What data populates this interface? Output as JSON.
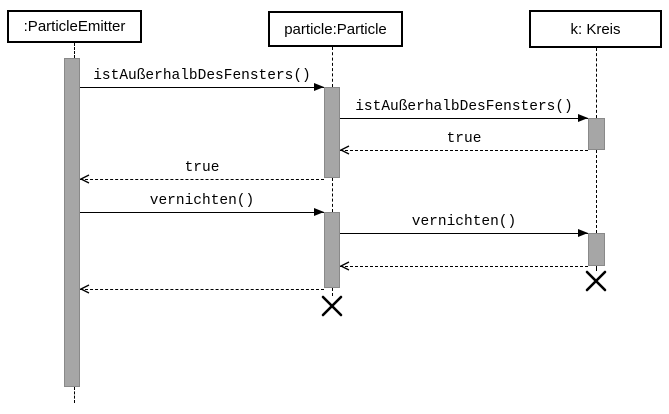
{
  "diagram": {
    "type": "uml-sequence-diagram",
    "colors": {
      "activation_fill": "#a6a6a6",
      "activation_border": "#898989",
      "line": "#000000",
      "box_background": "#ffffff"
    },
    "lifelines": [
      {
        "id": "emitter",
        "label": ":ParticleEmitter"
      },
      {
        "id": "particle",
        "label": "particle:Particle"
      },
      {
        "id": "kreis",
        "label": "k: Kreis"
      }
    ],
    "messages": [
      {
        "label": "istAußerhalbDesFensters()",
        "kind": "call",
        "from": "emitter",
        "to": "particle"
      },
      {
        "label": "istAußerhalbDesFensters()",
        "kind": "call",
        "from": "particle",
        "to": "kreis"
      },
      {
        "label": "true",
        "kind": "return",
        "from": "kreis",
        "to": "particle"
      },
      {
        "label": "true",
        "kind": "return",
        "from": "particle",
        "to": "emitter"
      },
      {
        "label": "vernichten()",
        "kind": "call",
        "from": "emitter",
        "to": "particle"
      },
      {
        "label": "vernichten()",
        "kind": "call",
        "from": "particle",
        "to": "kreis"
      },
      {
        "label": "",
        "kind": "return",
        "from": "kreis",
        "to": "particle"
      },
      {
        "label": "",
        "kind": "return",
        "from": "particle",
        "to": "emitter"
      }
    ],
    "destroy_marks": [
      {
        "on": "kreis"
      },
      {
        "on": "particle"
      }
    ]
  }
}
